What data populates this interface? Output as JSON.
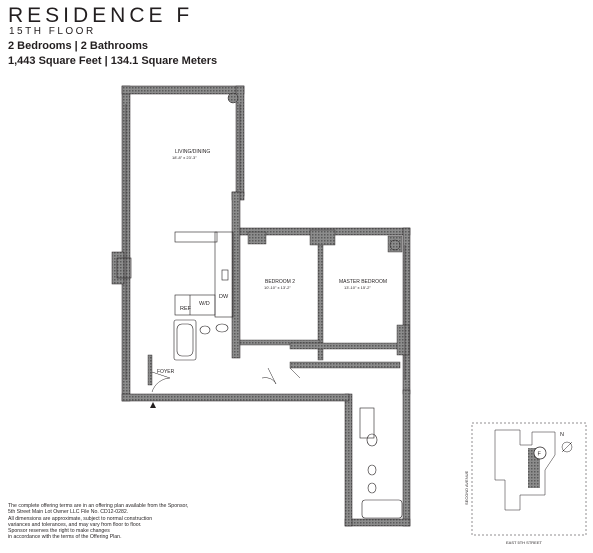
{
  "header": {
    "title": "RESIDENCE F",
    "floor": "15TH FLOOR",
    "rooms": "2 Bedrooms | 2 Bathrooms",
    "area": "1,443 Square Feet | 134.1 Square Meters"
  },
  "rooms": {
    "living": {
      "name": "LIVING/DINING",
      "dims": "18'-8\" x 23'-3\""
    },
    "bedroom2": {
      "name": "BEDROOM 2",
      "dims": "10'-10\" x 13'-2\""
    },
    "master": {
      "name": "MASTER BEDROOM",
      "dims": "13'-10\" x 15'-2\""
    },
    "foyer": {
      "name": "FOYER"
    },
    "kitchen": {
      "wd": "W/D",
      "dw": "DW",
      "ref": "REF"
    }
  },
  "keyplan": {
    "avenue": "SECOND AVENUE",
    "street": "EAST 5TH STREET",
    "marker": "F",
    "north": "N"
  },
  "disclaimer": [
    "The complete offering terms are in an offering plan available from the Sponsor,",
    "5th Street Main Lot Owner LLC File No. CD12-0282.",
    "All dimensions are approximate, subject to normal construction",
    "variances and tolerances, and may vary from floor to floor.",
    "Sponsor reserves the right to make changes",
    "in accordance with the terms of the Offering Plan."
  ],
  "colors": {
    "wall": "#7a7a7a",
    "line": "#231f20"
  }
}
